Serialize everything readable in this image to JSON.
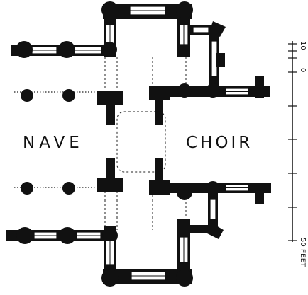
{
  "diagram": {
    "labels": {
      "nave": "NAVE",
      "choir": "CHOIR"
    },
    "scale": {
      "mark_top": "10",
      "mark_zero": "0",
      "mark_bottom": "50",
      "unit": "FEET"
    }
  }
}
